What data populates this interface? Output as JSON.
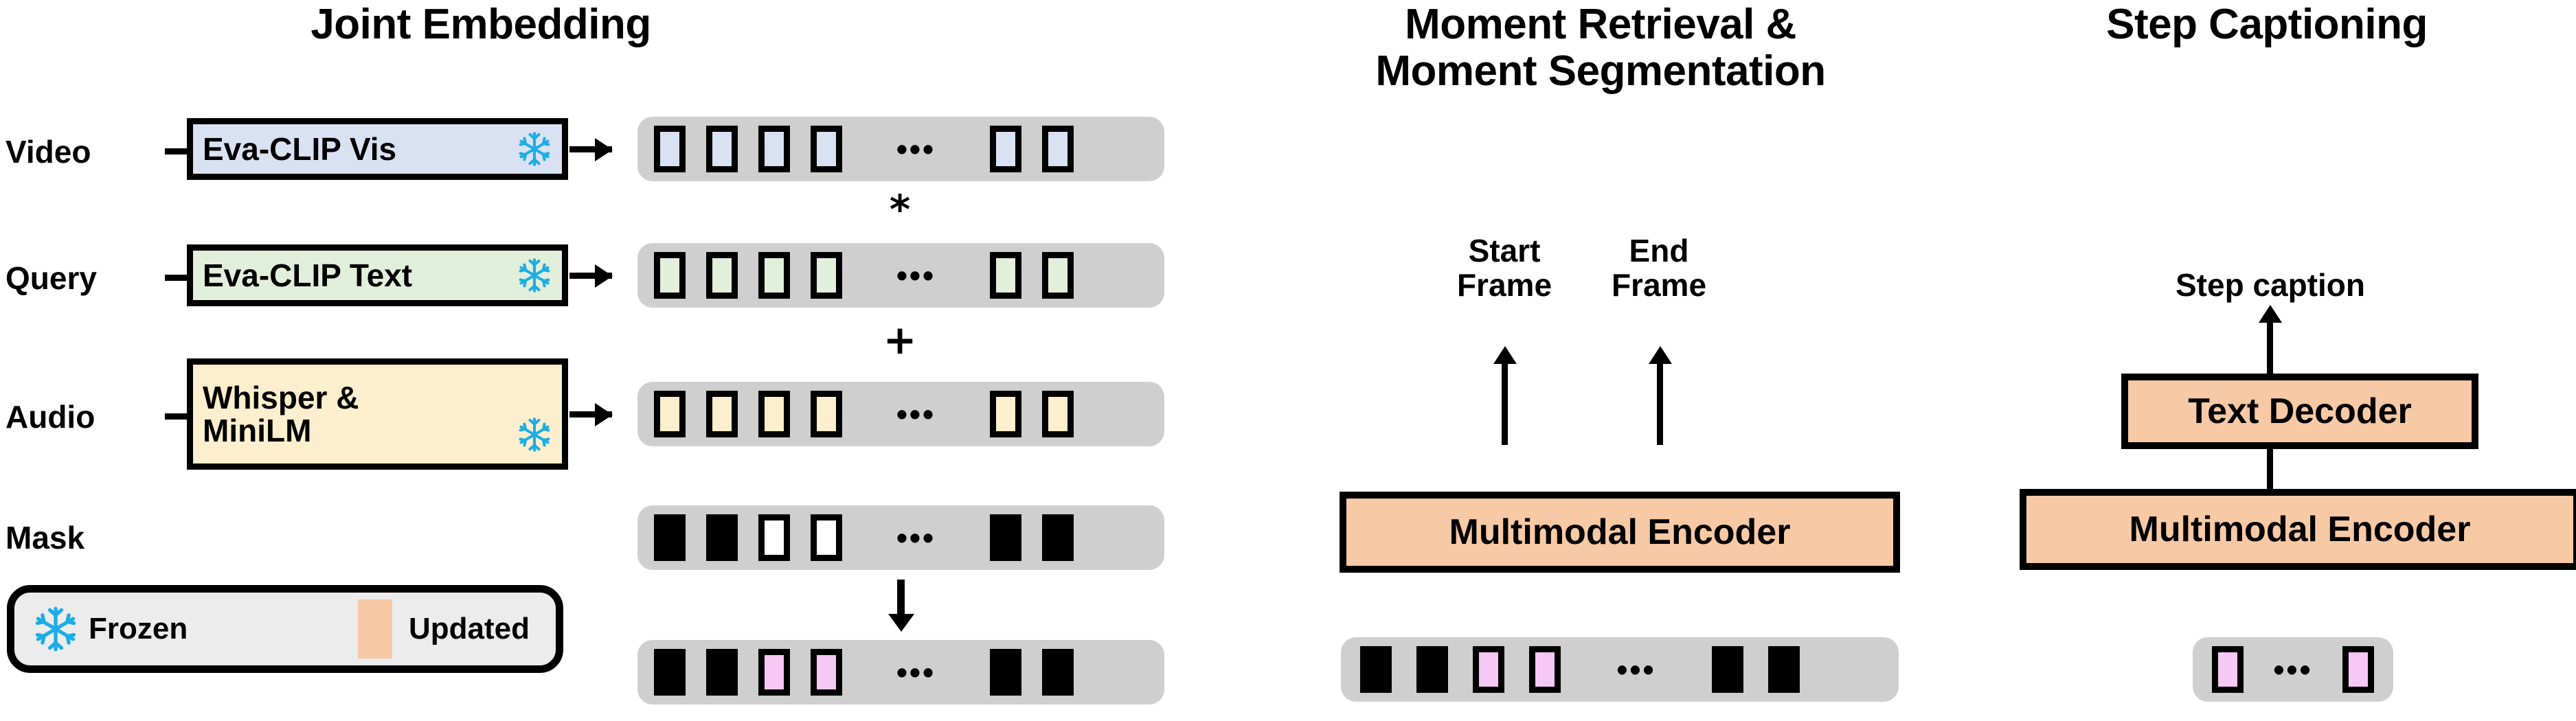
{
  "panels": {
    "left": {
      "title": "Joint Embedding"
    },
    "middle": {
      "title": "Moment Retrieval &\nMoment Segmentation"
    },
    "right": {
      "title": "Step Captioning"
    }
  },
  "left_panel": {
    "rows": [
      {
        "label": "Video",
        "encoder": "Eva-CLIP Vis",
        "frozen": true,
        "token_fill": "#d9e2f3"
      },
      {
        "label": "Query",
        "encoder": "Eva-CLIP Text",
        "frozen": true,
        "token_fill": "#e2efda"
      },
      {
        "label": "Audio",
        "encoder": "Whisper &\nMiniLM",
        "frozen": true,
        "token_fill": "#fdeecd"
      },
      {
        "label": "Mask",
        "encoder": "",
        "frozen": false,
        "token_fill": "#ffffff"
      }
    ],
    "operators": {
      "multiply": "*",
      "add": "+"
    },
    "ellipsis": "•••",
    "output_token_fill": "#f6c8f5"
  },
  "legend": {
    "frozen_label": "Frozen",
    "updated_label": "Updated",
    "frozen_icon": "snowflake-icon",
    "updated_swatch_color": "#f7c9a5"
  },
  "middle_panel": {
    "outputs": [
      "Start\nFrame",
      "End\nFrame"
    ],
    "encoder_label": "Multimodal Encoder",
    "ellipsis": "•••",
    "token_fill": "#f6c8f5"
  },
  "right_panel": {
    "output": "Step caption",
    "decoder_label": "Text Decoder",
    "encoder_label": "Multimodal Encoder",
    "ellipsis": "•••",
    "token_fill": "#f6c8f5"
  },
  "colors": {
    "video_box": "#d9e2f3",
    "query_box": "#e2efda",
    "audio_box": "#fdeecd",
    "updated_box": "#f7c9a5",
    "strip_bg": "#cfcfcf",
    "legend_bg": "#ececec",
    "snowflake": "#1aaee6",
    "pink_token": "#f6c8f5",
    "outline": "#000000"
  }
}
